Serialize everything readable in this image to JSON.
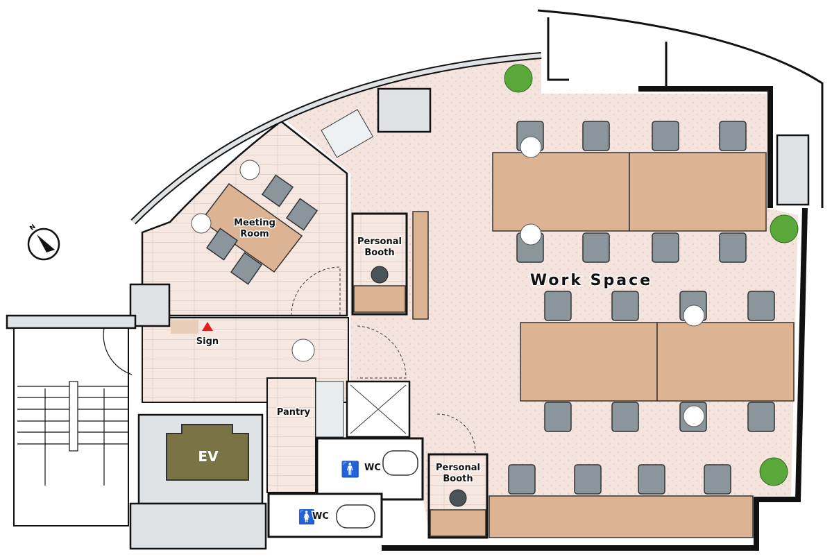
{
  "floorplan": {
    "rooms": {
      "work_space": "Work Space",
      "meeting_room_line1": "Meeting",
      "meeting_room_line2": "Room",
      "booth1_line1": "Personal",
      "booth1_line2": "Booth",
      "booth2_line1": "Personal",
      "booth2_line2": "Booth",
      "pantry": "Pantry",
      "ev": "EV",
      "wc1": "WC",
      "wc2": "WC",
      "sign": "Sign"
    },
    "compass_label": "N",
    "colors": {
      "floor": "#f4e4dd",
      "desk": "#dcb493",
      "chair": "#8b969c",
      "ev": "#7a7444",
      "plant": "#5aa83a",
      "sign_marker": "#e0201c",
      "wall": "#dfe3e6"
    }
  }
}
